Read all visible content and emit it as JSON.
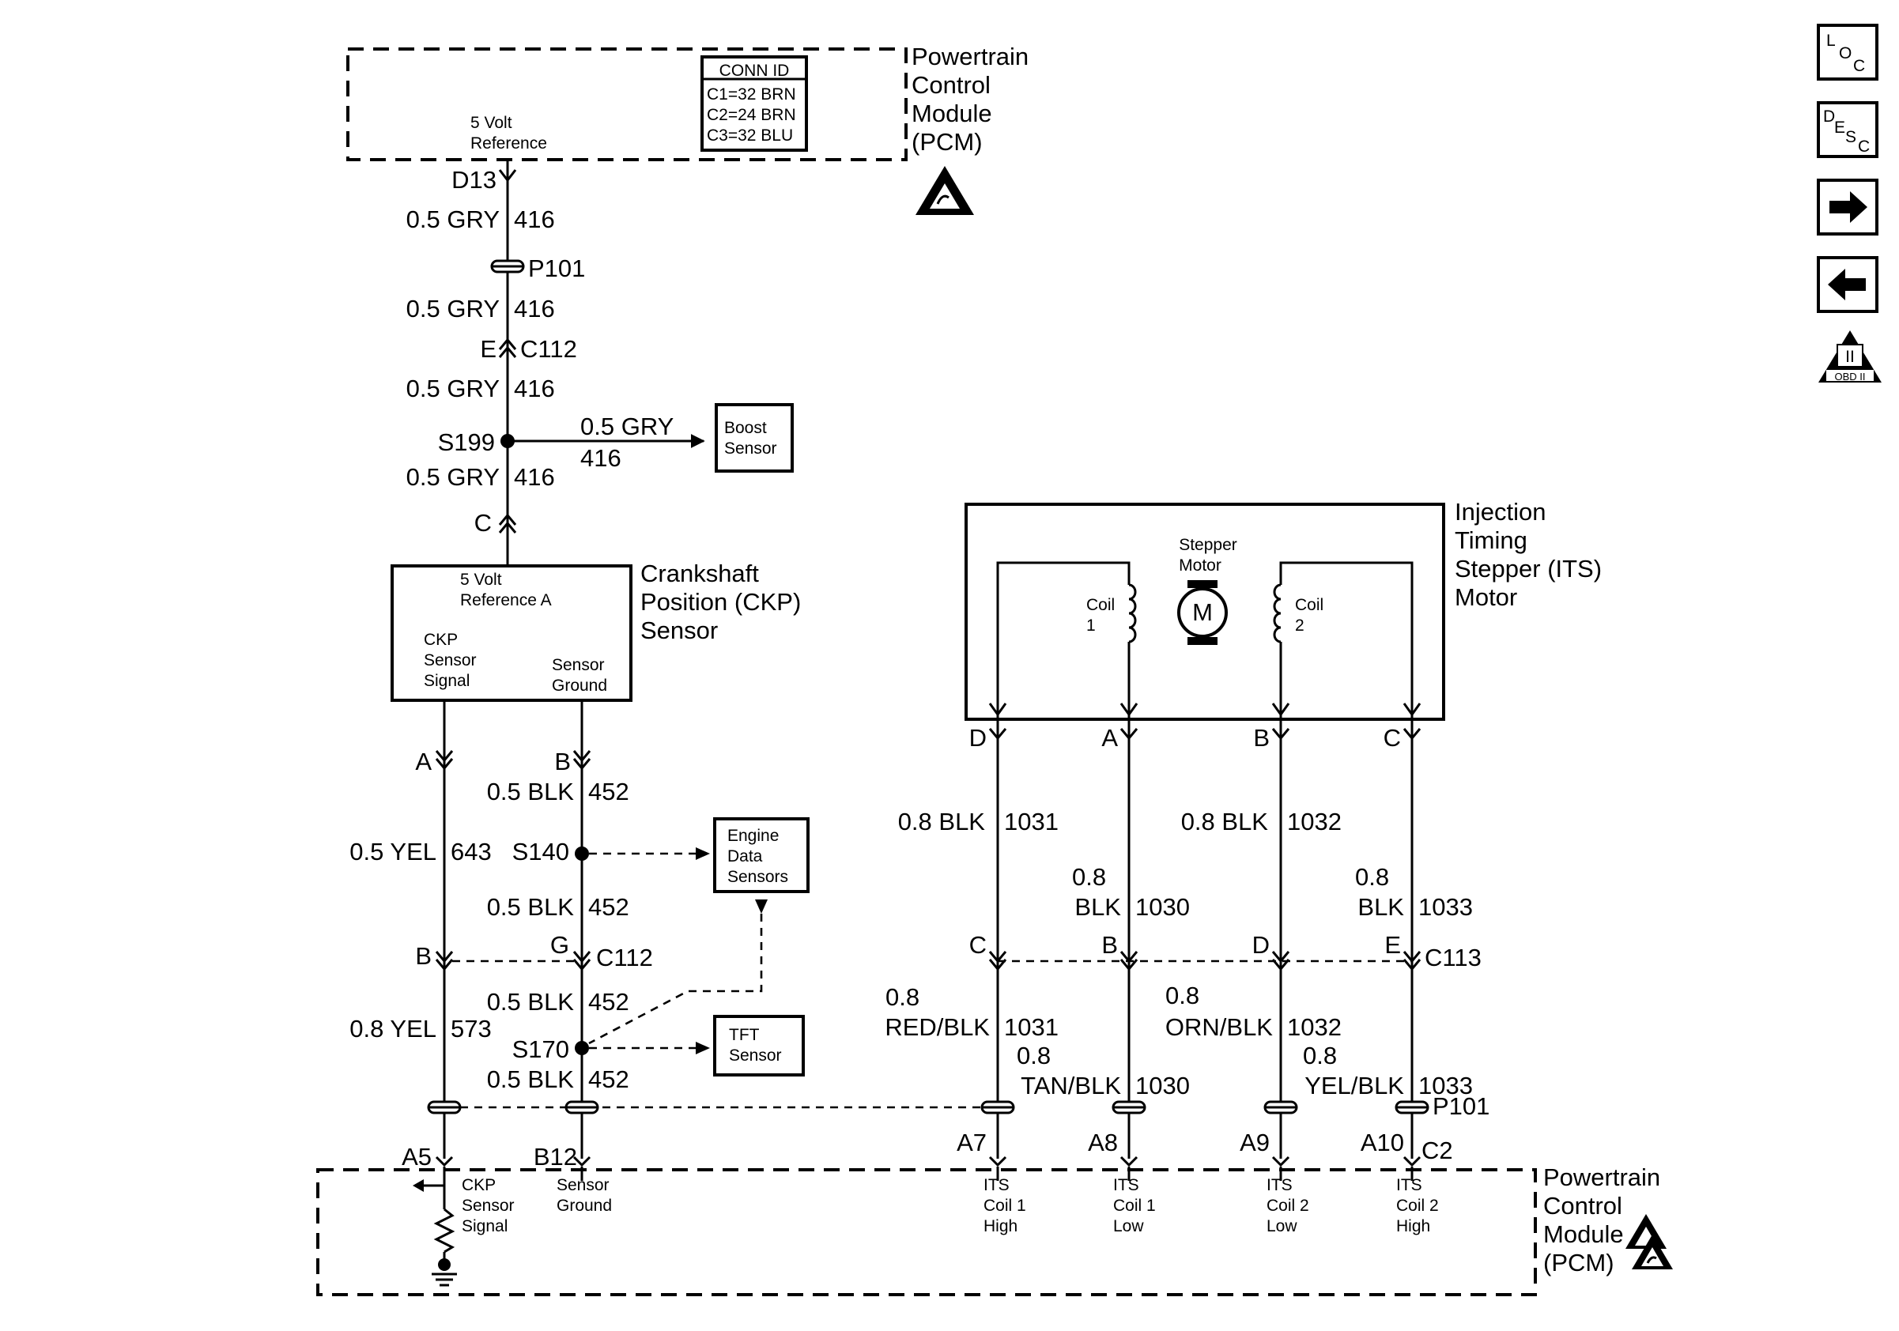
{
  "pcm_top": {
    "title_lines": [
      "Powertrain",
      "Control",
      "Module",
      "(PCM)"
    ],
    "ref_line1": "5 Volt",
    "ref_line2": "Reference",
    "conn_header": "CONN ID",
    "conn_rows": [
      "C1=32 BRN",
      "C2=24 BRN",
      "C3=32 BLU"
    ]
  },
  "pins": {
    "d13": "D13",
    "e": "E",
    "c_top": "C",
    "a_ckp": "A",
    "b_ckp": "B",
    "b_c112": "B",
    "g_c112": "G",
    "a5": "A5",
    "b12": "B12",
    "a7": "A7",
    "a8": "A8",
    "a9": "A9",
    "a10": "A10",
    "c2": "C2",
    "its_d": "D",
    "its_a": "A",
    "its_b": "B",
    "its_c": "C",
    "c113_c": "C",
    "c113_b": "B",
    "c113_d": "D",
    "c113_e": "E"
  },
  "connectors": {
    "p101_top": "P101",
    "c112_top": "C112",
    "c112_mid": "C112",
    "c113": "C113",
    "p101_bottom": "P101"
  },
  "splices": {
    "s199": "S199",
    "s140": "S140",
    "s170": "S170"
  },
  "wires": {
    "gry": "0.5 GRY",
    "c416": "416",
    "blk05": "0.5 BLK",
    "c452": "452",
    "yel05": "0.5 YEL",
    "c643": "643",
    "yel08": "0.8 YEL",
    "c573": "573",
    "blk08": "0.8 BLK",
    "n08": "0.8",
    "blk": "BLK",
    "c1031": "1031",
    "c1030": "1030",
    "c1032": "1032",
    "c1033": "1033",
    "redblk": "RED/BLK",
    "tanblk": "TAN/BLK",
    "ornblk": "ORN/BLK",
    "yelblk": "YEL/BLK"
  },
  "boost": {
    "line1": "Boost",
    "line2": "Sensor"
  },
  "engine_data": {
    "line1": "Engine",
    "line2": "Data",
    "line3": "Sensors"
  },
  "tft": {
    "line1": "TFT",
    "line2": "Sensor"
  },
  "ckp": {
    "title_lines": [
      "Crankshaft",
      "Position (CKP)",
      "Sensor"
    ],
    "ref1": "5 Volt",
    "ref2": "Reference A",
    "sig1": "CKP",
    "sig2": "Sensor",
    "sig3": "Signal",
    "gnd1": "Sensor",
    "gnd2": "Ground"
  },
  "its": {
    "title_lines": [
      "Injection",
      "Timing",
      "Stepper (ITS)",
      "Motor"
    ],
    "stepper1": "Stepper",
    "stepper2": "Motor",
    "motor_symbol": "M",
    "coil1_a": "Coil",
    "coil1_b": "1",
    "coil2_a": "Coil",
    "coil2_b": "2"
  },
  "pcm_bottom": {
    "title_lines": [
      "Powertrain",
      "Control",
      "Module",
      "(PCM)"
    ],
    "ckp_sig": [
      "CKP",
      "Sensor",
      "Signal"
    ],
    "sens_gnd": [
      "Sensor",
      "Ground"
    ],
    "its_c1h": [
      "ITS",
      "Coil 1",
      "High"
    ],
    "its_c1l": [
      "ITS",
      "Coil 1",
      "Low"
    ],
    "its_c2l": [
      "ITS",
      "Coil 2",
      "Low"
    ],
    "its_c2h": [
      "ITS",
      "Coil 2",
      "High"
    ]
  },
  "nav": {
    "loc": [
      "L",
      "O",
      "C"
    ],
    "desc": [
      "D",
      "E",
      "S",
      "C"
    ],
    "obd_top": "II",
    "obd_bottom": "OBD II"
  },
  "colors": {
    "ink": "#000000",
    "background": "#ffffff"
  }
}
